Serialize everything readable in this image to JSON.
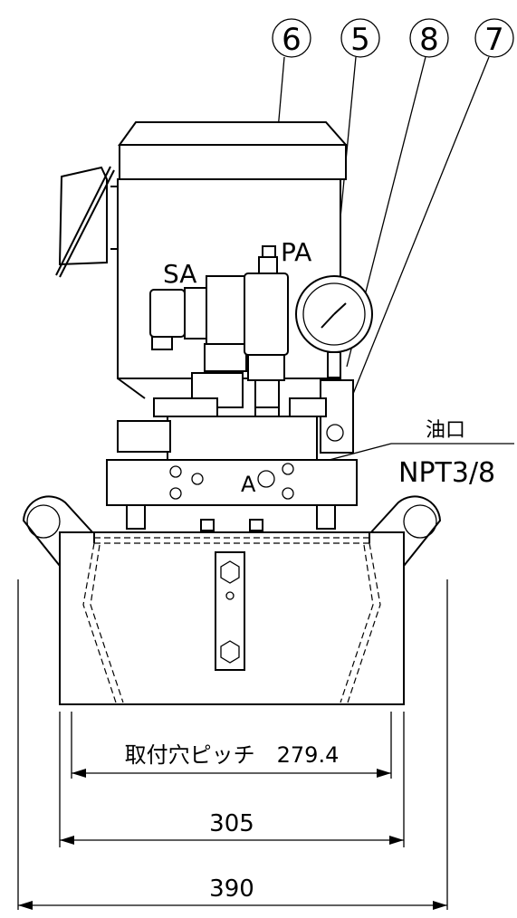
{
  "callouts": [
    "6",
    "5",
    "8",
    "7"
  ],
  "port_labels": {
    "sa": "SA",
    "pa": "PA",
    "a": "A"
  },
  "oil_port": {
    "label": "油口",
    "spec": "NPT3/8"
  },
  "dimensions": {
    "mounting_pitch": "取付穴ピッチ　279.4",
    "base_width": "305",
    "overall_width": "390"
  }
}
